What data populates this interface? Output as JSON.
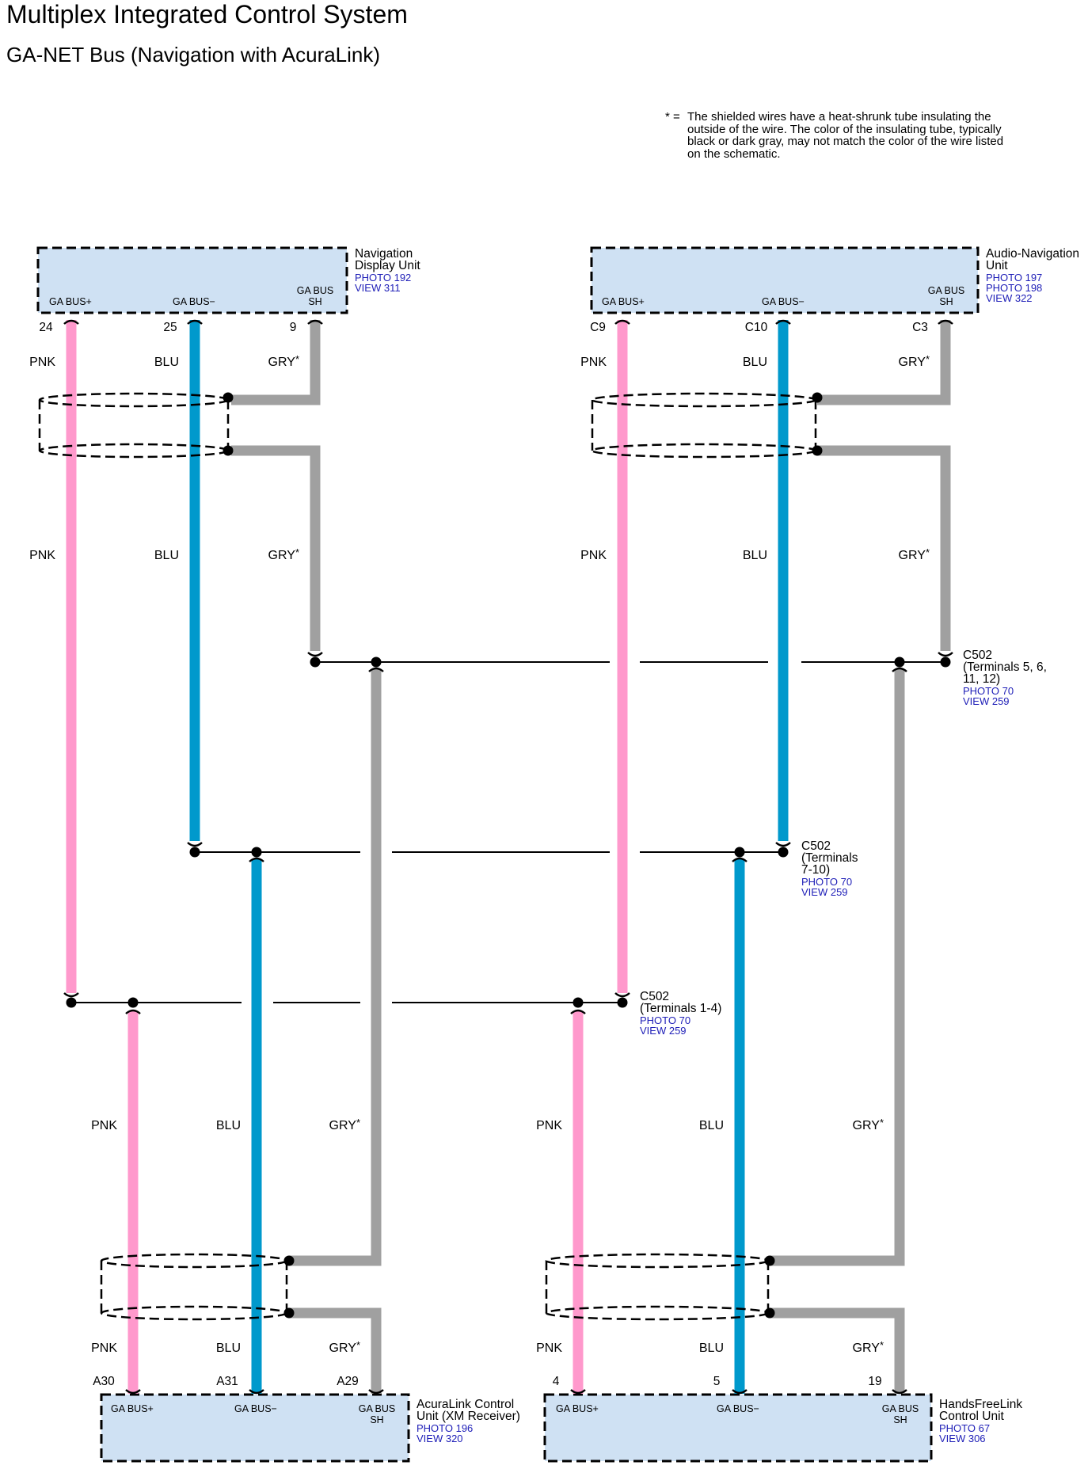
{
  "title": "Multiplex Integrated Control System",
  "subtitle": "GA-NET Bus (Navigation with AcuraLink)",
  "note": {
    "marker": "* =",
    "text": "The shielded wires have a heat-shrunk tube insulating the outside of the wire. The color of the insulating tube, typically black or dark gray, may not match the color of the wire listed on the schematic."
  },
  "colors": {
    "pnk": "#ff99cc",
    "blu": "#0099cc",
    "gry": "#a0a0a0",
    "component_fill": "#cfe1f3",
    "ref_text": "#2020b8"
  },
  "components": {
    "nav_display": {
      "name_lines": [
        "Navigation",
        "Display Unit"
      ],
      "refs": [
        "PHOTO 192",
        "VIEW 311"
      ],
      "pin_labels": [
        "GA BUS+",
        "GA BUS−",
        "GA BUS",
        "SH"
      ],
      "pins": [
        "24",
        "25",
        "9"
      ]
    },
    "audio_nav": {
      "name_lines": [
        "Audio-Navigation",
        "Unit"
      ],
      "refs": [
        "PHOTO 197",
        "PHOTO 198",
        "VIEW 322"
      ],
      "pin_labels": [
        "GA BUS+",
        "GA BUS−",
        "GA BUS",
        "SH"
      ],
      "pins": [
        "C9",
        "C10",
        "C3"
      ]
    },
    "acuralink": {
      "name_lines": [
        "AcuraLink Control",
        "Unit (XM Receiver)"
      ],
      "refs": [
        "PHOTO 196",
        "VIEW 320"
      ],
      "pin_labels": [
        "GA BUS+",
        "GA BUS−",
        "GA BUS",
        "SH"
      ],
      "pins": [
        "A30",
        "A31",
        "A29"
      ]
    },
    "handsfree": {
      "name_lines": [
        "HandsFreeLink",
        "Control Unit"
      ],
      "refs": [
        "PHOTO 67",
        "VIEW 306"
      ],
      "pin_labels": [
        "GA BUS+",
        "GA BUS−",
        "GA BUS",
        "SH"
      ],
      "pins": [
        "4",
        "5",
        "19"
      ]
    }
  },
  "connectors": {
    "c502_sh": {
      "lines": [
        "C502",
        "(Terminals 5, 6,",
        "11, 12)"
      ],
      "refs": [
        "PHOTO 70",
        "VIEW 259"
      ]
    },
    "c502_minus": {
      "lines": [
        "C502",
        "(Terminals",
        "7-10)"
      ],
      "refs": [
        "PHOTO 70",
        "VIEW 259"
      ]
    },
    "c502_plus": {
      "lines": [
        "C502",
        "(Terminals 1-4)"
      ],
      "refs": [
        "PHOTO 70",
        "VIEW 259"
      ]
    }
  },
  "wire_colors": {
    "pnk": "PNK",
    "blu": "BLU",
    "gry": "GRY",
    "star": "*"
  }
}
